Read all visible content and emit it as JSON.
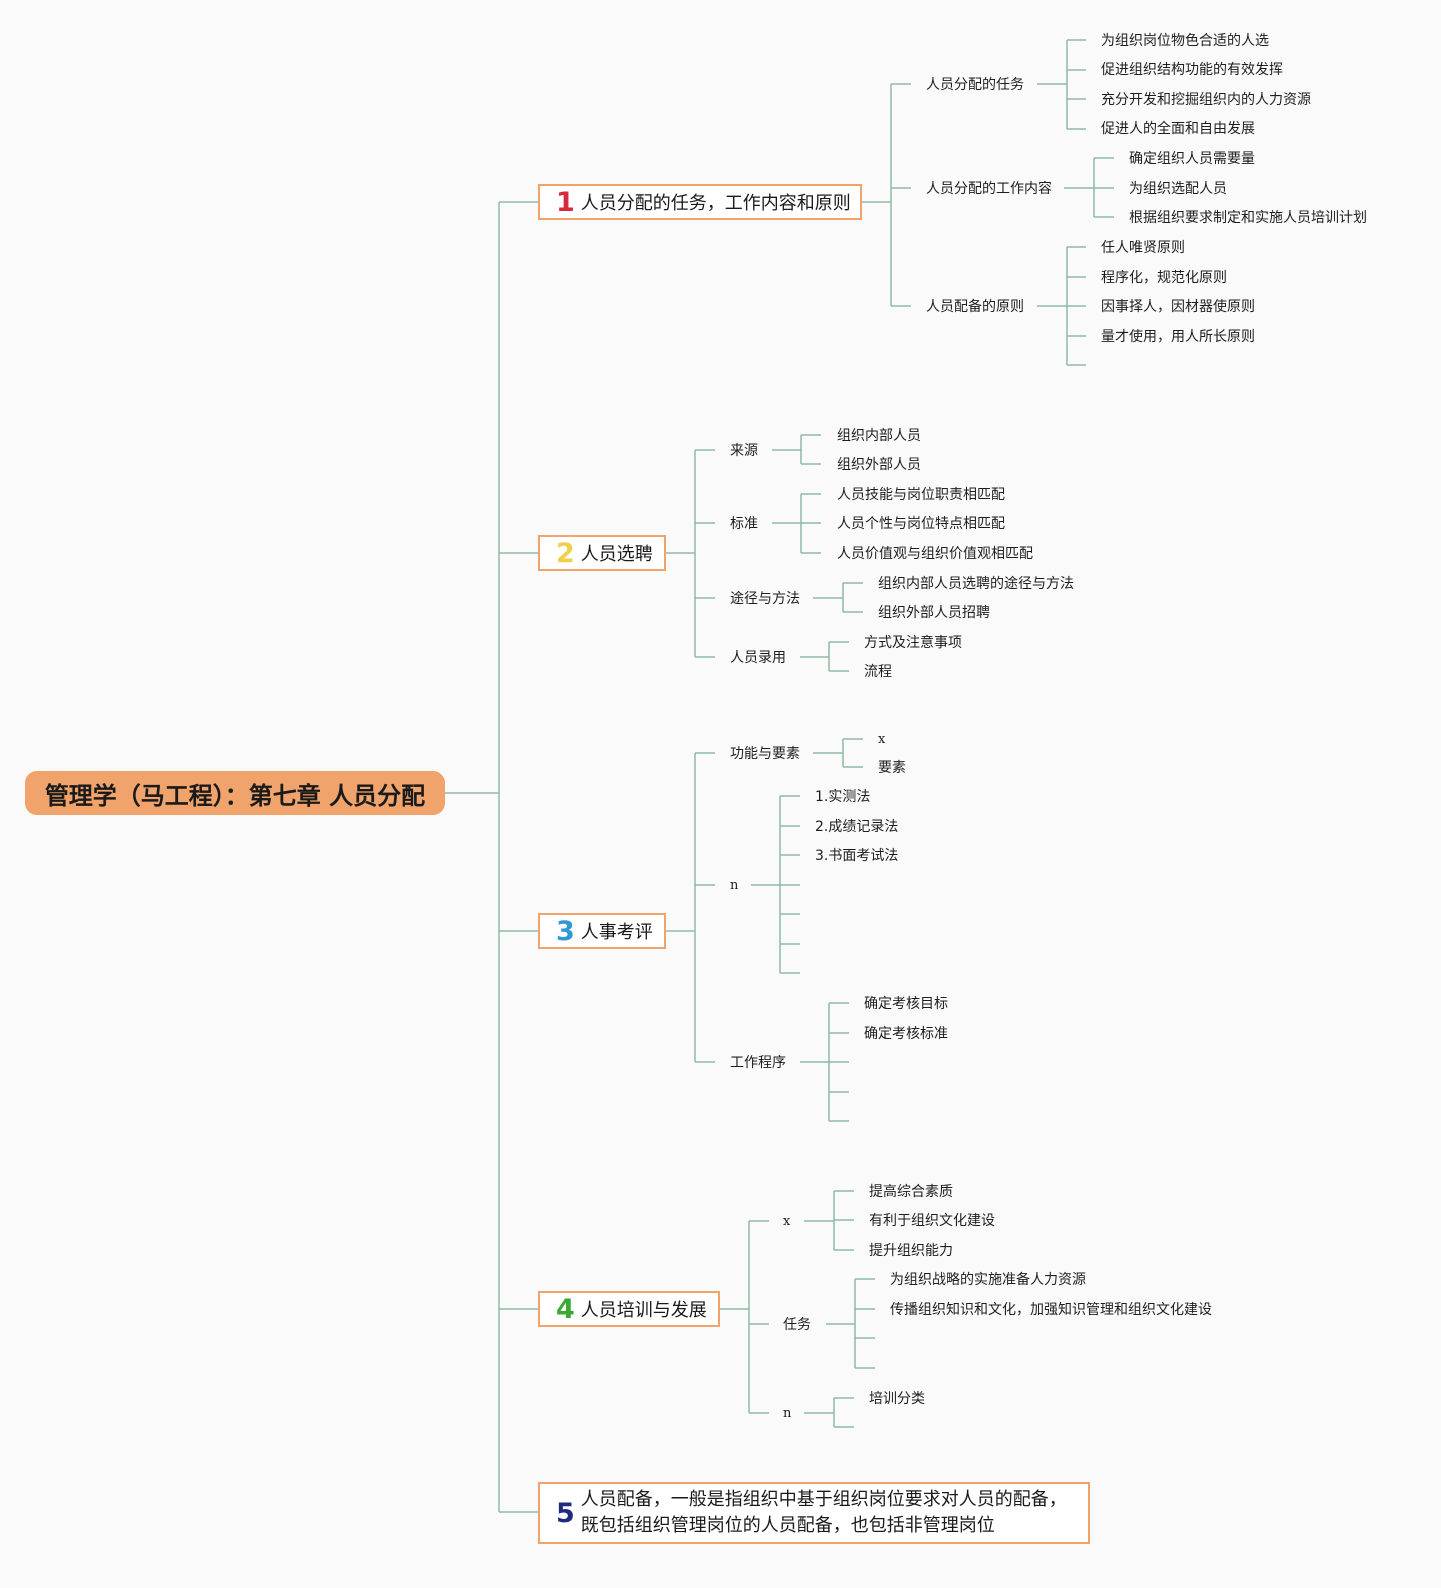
{
  "root": "管理学（马工程）：第七章 人员分配",
  "colors": {
    "line": "#8fb9a8",
    "box_border": "#f0a36b",
    "root_fill": "#f0a36b",
    "n1": "#d42a3a",
    "n2": "#f2cf4a",
    "n3": "#2f98d6",
    "n4": "#3aa832",
    "n5": "#1f2b80"
  },
  "b1": {
    "num": "1",
    "title": "人员分配的任务，工作内容和原则",
    "c1": {
      "label": "人员分配的任务",
      "items": [
        "为组织岗位物色合适的人选",
        "促进组织结构功能的有效发挥",
        "充分开发和挖掘组织内的人力资源",
        "促进人的全面和自由发展"
      ]
    },
    "c2": {
      "label": "人员分配的工作内容",
      "items": [
        "确定组织人员需要量",
        "为组织选配人员",
        "根据组织要求制定和实施人员培训计划"
      ]
    },
    "c3": {
      "label": "人员配备的原则",
      "items": [
        "任人唯贤原则",
        "程序化，规范化原则",
        "因事择人，因材器使原则",
        "量才使用，用人所长原则"
      ]
    }
  },
  "b2": {
    "num": "2",
    "title": "人员选聘",
    "c1": {
      "label": "来源",
      "items": [
        "组织内部人员",
        "组织外部人员"
      ]
    },
    "c2": {
      "label": "标准",
      "items": [
        "人员技能与岗位职责相匹配",
        "人员个性与岗位特点相匹配",
        "人员价值观与组织价值观相匹配"
      ]
    },
    "c3": {
      "label": "途径与方法",
      "items": [
        "组织内部人员选聘的途径与方法",
        "组织外部人员招聘"
      ]
    },
    "c4": {
      "label": "人员录用",
      "items": [
        "方式及注意事项",
        "流程"
      ]
    }
  },
  "b3": {
    "num": "3",
    "title": "人事考评",
    "c1": {
      "label": "功能与要素",
      "items": [
        "x",
        "要素"
      ]
    },
    "c2": {
      "label": "n",
      "items": [
        "1.实测法",
        "2.成绩记录法",
        "3.书面考试法"
      ]
    },
    "c3": {
      "label": "工作程序",
      "items": [
        "确定考核目标",
        "确定考核标准"
      ]
    }
  },
  "b4": {
    "num": "4",
    "title": "人员培训与发展",
    "c1": {
      "label": "x",
      "items": [
        "提高综合素质",
        "有利于组织文化建设",
        "提升组织能力"
      ]
    },
    "c2": {
      "label": "任务",
      "items": [
        "为组织战略的实施准备人力资源",
        "传播组织知识和文化，加强知识管理和组织文化建设"
      ]
    },
    "c3": {
      "label": "n",
      "items": [
        "培训分类"
      ]
    }
  },
  "b5": {
    "num": "5",
    "title_line1": "人员配备，一般是指组织中基于组织岗位要求对人员的配备，",
    "title_line2": "既包括组织管理岗位的人员配备，也包括非管理岗位"
  }
}
